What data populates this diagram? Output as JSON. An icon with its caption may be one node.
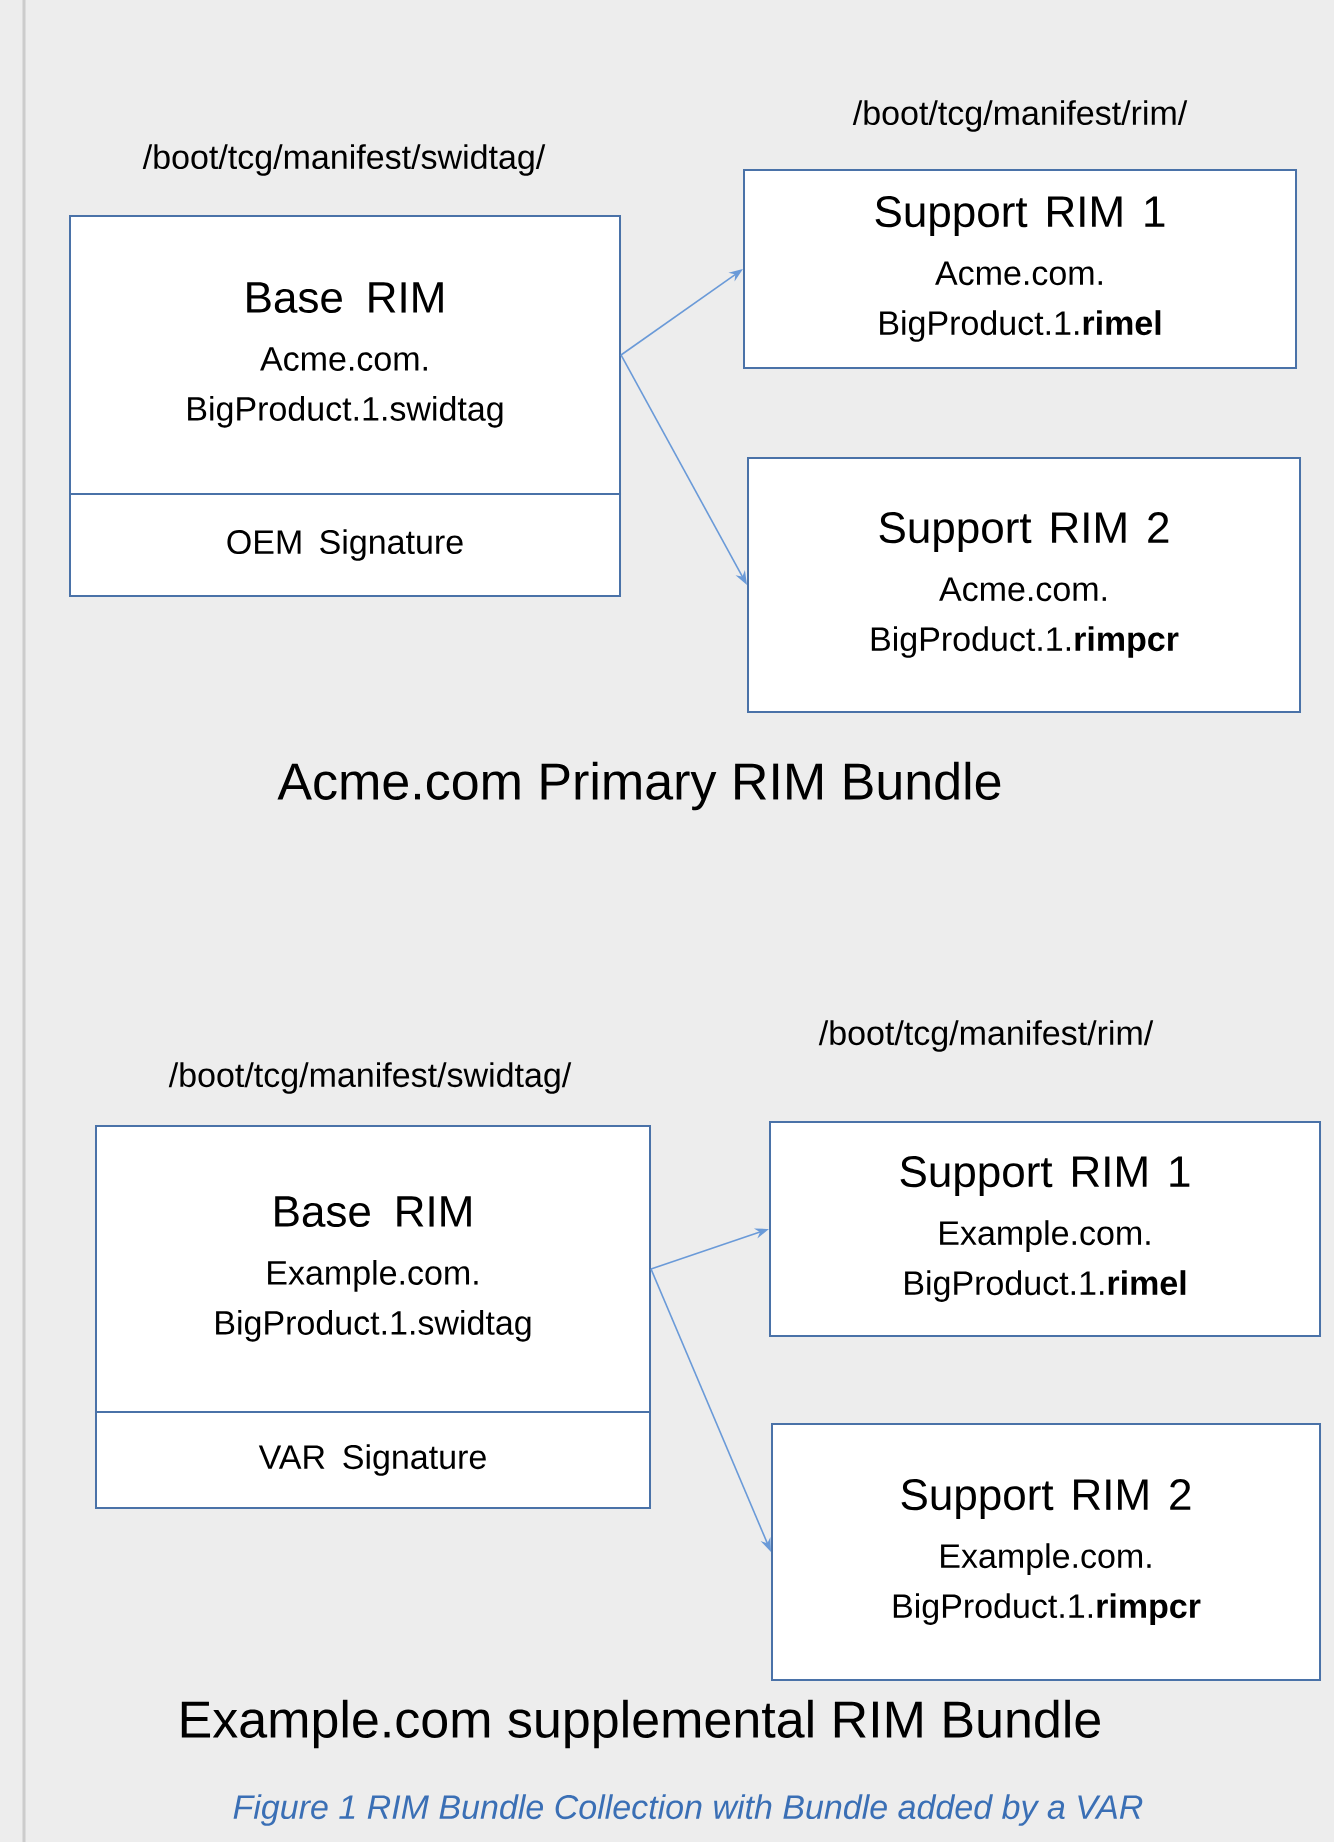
{
  "diagram": {
    "caption": "Figure 1 RIM Bundle Collection with Bundle added by a VAR",
    "nodes": [
      {
        "text": [
          "Base RIM",
          "Acme.com. BigProduct.1.swidtag"
        ],
        "beside": [
          "/boot/tcg/manifest/swidtag/"
        ]
      },
      {
        "text": [
          "OEM Signature"
        ]
      },
      {
        "text": [
          "Support RIM 1",
          "Acme.com. BigProduct.1.**rimel**"
        ]
      },
      {
        "text": [
          "Support RIM 2",
          "Acme.com. BigProduct.1.**rimpcr**"
        ]
      },
      {
        "text": [
          "Base RIM",
          "Example.com. BigProduct.1.swidtag"
        ],
        "beside": [
          "/boot/tcg/manifest/swidtag/"
        ]
      },
      {
        "text": [
          "VAR Signature"
        ]
      },
      {
        "text": [
          "Support RIM 1",
          "Example.com. BigProduct.1.**rimel**"
        ]
      },
      {
        "text": [
          "Support RIM 2",
          "Example.com. BigProduct.1.**rimpcr**"
        ]
      }
    ],
    "edges": [
      {
        "from": 0,
        "to": 2,
        "arrow": "to"
      },
      {
        "from": 0,
        "to": 3,
        "arrow": "to"
      },
      {
        "from": 4,
        "to": 6,
        "arrow": "to"
      },
      {
        "from": 4,
        "to": 7,
        "arrow": "to"
      }
    ],
    "labels": [
      "/boot/tcg/manifest/rim/",
      "Acme.com Primary RIM Bundle",
      "/boot/tcg/manifest/rim/",
      "Example.com supplemental RIM Bundle"
    ]
  }
}
